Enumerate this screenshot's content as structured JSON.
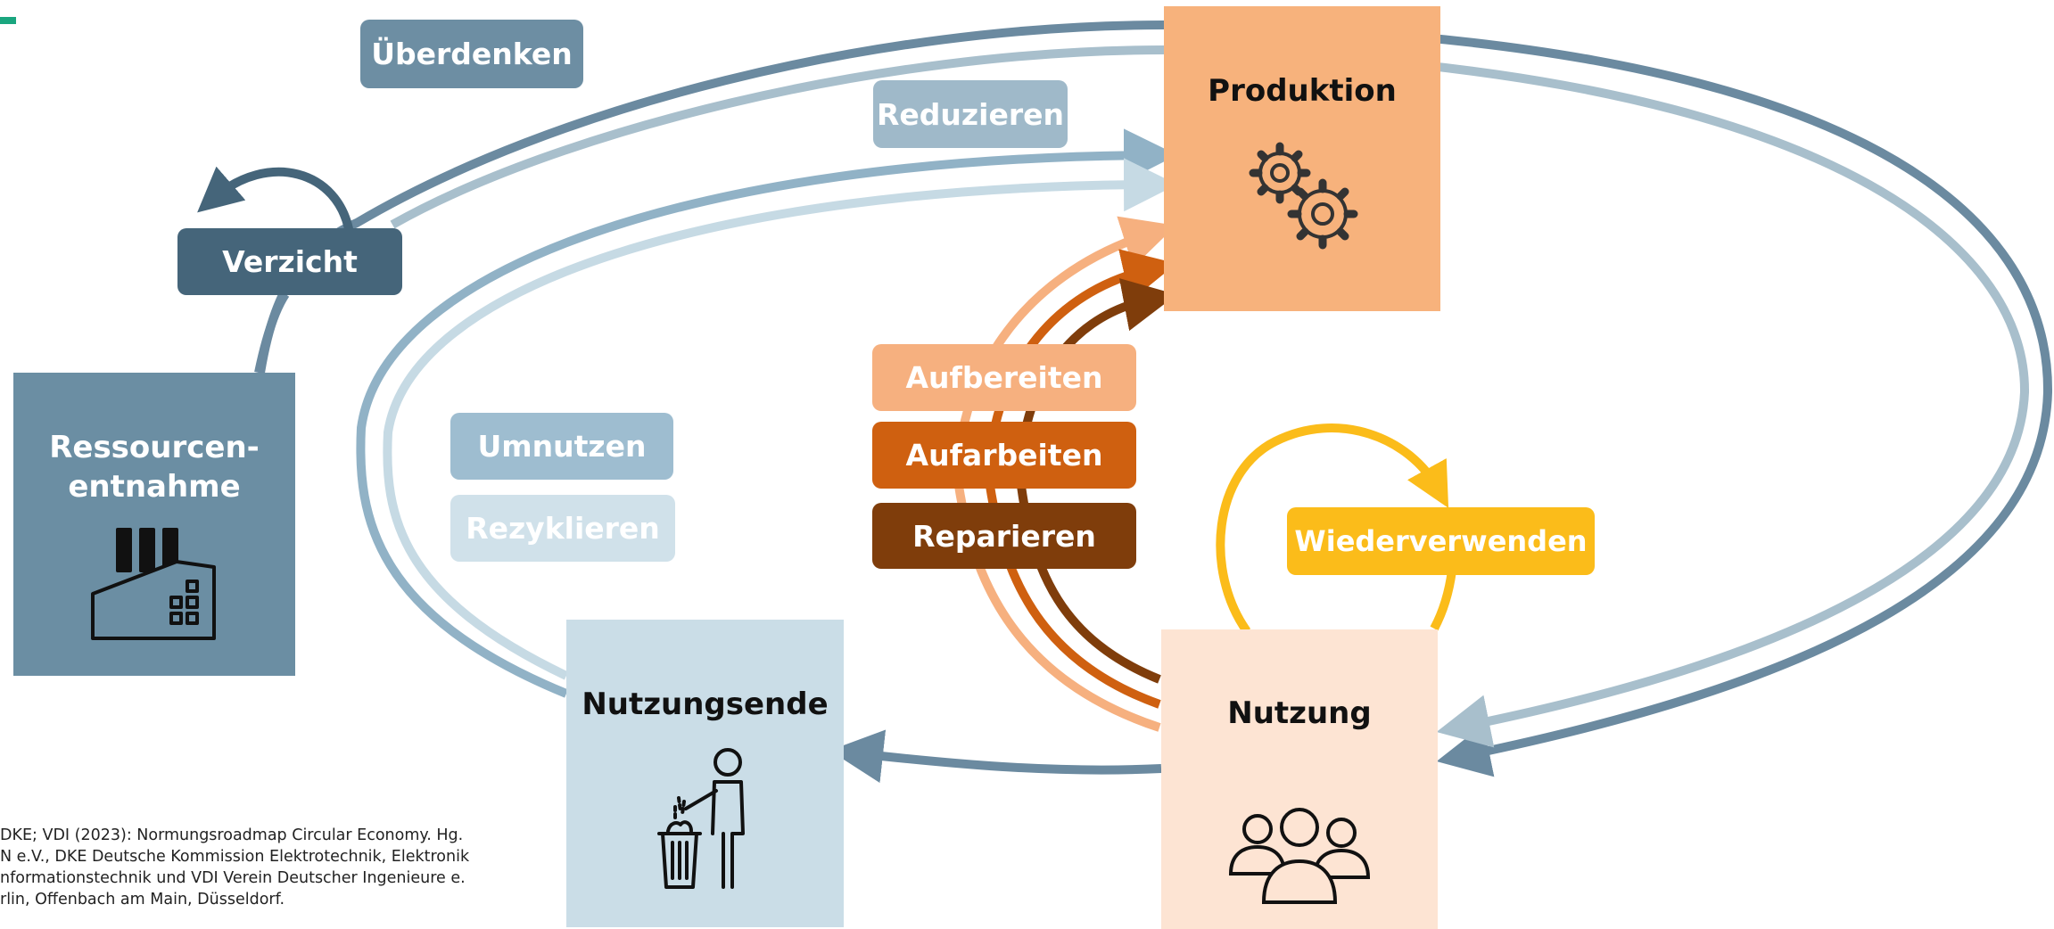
{
  "nodes": {
    "produktion": {
      "label": "Produktion",
      "icon": "gears-icon",
      "color": "#f7b27c"
    },
    "nutzung": {
      "label": "Nutzung",
      "icon": "people-icon",
      "color": "#fde4d3"
    },
    "nutzungsende": {
      "label": "Nutzungsende",
      "icon": "trash-person-icon",
      "color": "#cadde7"
    },
    "ressourcen": {
      "label": "Ressourcen-\nentnahme",
      "icon": "factory-icon",
      "color": "#6b8ea3"
    }
  },
  "strategies": {
    "ueberdenken": {
      "label": "Überdenken",
      "color": "#6d8ea3"
    },
    "reduzieren": {
      "label": "Reduzieren",
      "color": "#9fb9c9"
    },
    "verzicht": {
      "label": "Verzicht",
      "color": "#45657a"
    },
    "umnutzen": {
      "label": "Umnutzen",
      "color": "#9ebdd0"
    },
    "rezyklieren": {
      "label": "Rezyklieren",
      "color": "#d0e1ea"
    },
    "aufbereiten": {
      "label": "Aufbereiten",
      "color": "#f6b07f"
    },
    "aufarbeiten": {
      "label": "Aufarbeiten",
      "color": "#cf6010"
    },
    "reparieren": {
      "label": "Reparieren",
      "color": "#7f3d0b"
    },
    "wiederverwenden": {
      "label": "Wiederverwenden",
      "color": "#fbbc1a"
    }
  },
  "source_note": "DKE; VDI (2023): Normungsroadmap  Circular Economy. Hg.\nN e.V., DKE Deutsche Kommission Elektrotechnik, Elektronik\nnformationstechnik  und VDI Verein Deutscher Ingenieure e.\nrlin,  Offenbach am Main, Düsseldorf."
}
